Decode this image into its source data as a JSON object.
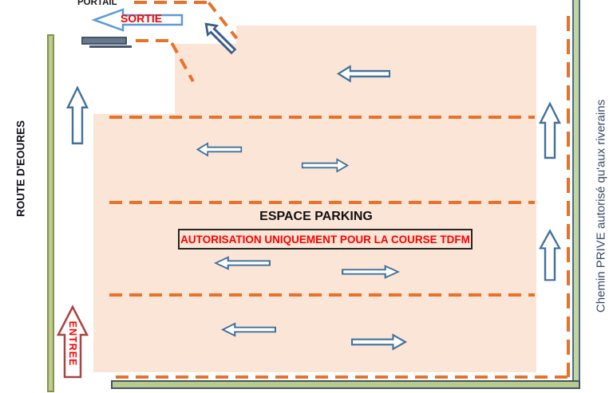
{
  "diagram": {
    "title": "ESPACE PARKING",
    "authorization_notice": "AUTORISATION UNIQUEMENT POUR LA COURSE TDFM",
    "left_road_label": "ROUTE D'EOURES",
    "right_road_label": "Chemin PRIVE autorisé qu'aux riverains",
    "gate_label": "PORTAIL",
    "exit_label": "SORTIE",
    "entrance_label": "ENTREE"
  },
  "colors": {
    "parking_fill": "#FBE5D6",
    "route_dash_orange": "#E8722A",
    "flow_arrow_blue": "#41719C",
    "diagonal_arrow_blue": "#3A5E8C",
    "sortie_arrow_blue": "#5B9BD5",
    "entree_arrow_red": "#A94442",
    "label_red": "#FF0000",
    "wall_left_fill": "#BDCB8F",
    "wall_left_border": "#87914E",
    "wall_right_fill": "#C4D5A0",
    "wall_blue_border": "#44546A",
    "gate_gray": "#68798D"
  }
}
